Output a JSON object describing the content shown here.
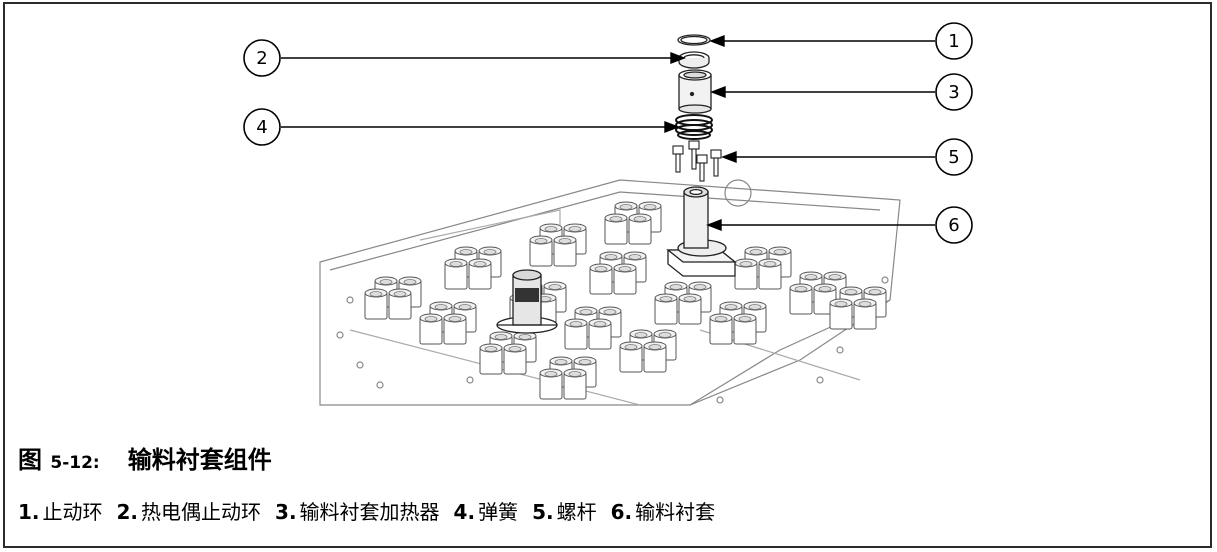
{
  "figure": {
    "label_prefix": "图",
    "label_number": "5-12:",
    "title": "输料衬套组件"
  },
  "callouts": [
    "1",
    "2",
    "3",
    "4",
    "5",
    "6"
  ],
  "legend": [
    {
      "num": "1.",
      "text": "止动环"
    },
    {
      "num": "2.",
      "text": "热电偶止动环"
    },
    {
      "num": "3.",
      "text": "输料衬套加热器"
    },
    {
      "num": "4.",
      "text": "弹簧"
    },
    {
      "num": "5.",
      "text": "螺杆"
    },
    {
      "num": "6.",
      "text": "输料衬套"
    }
  ]
}
